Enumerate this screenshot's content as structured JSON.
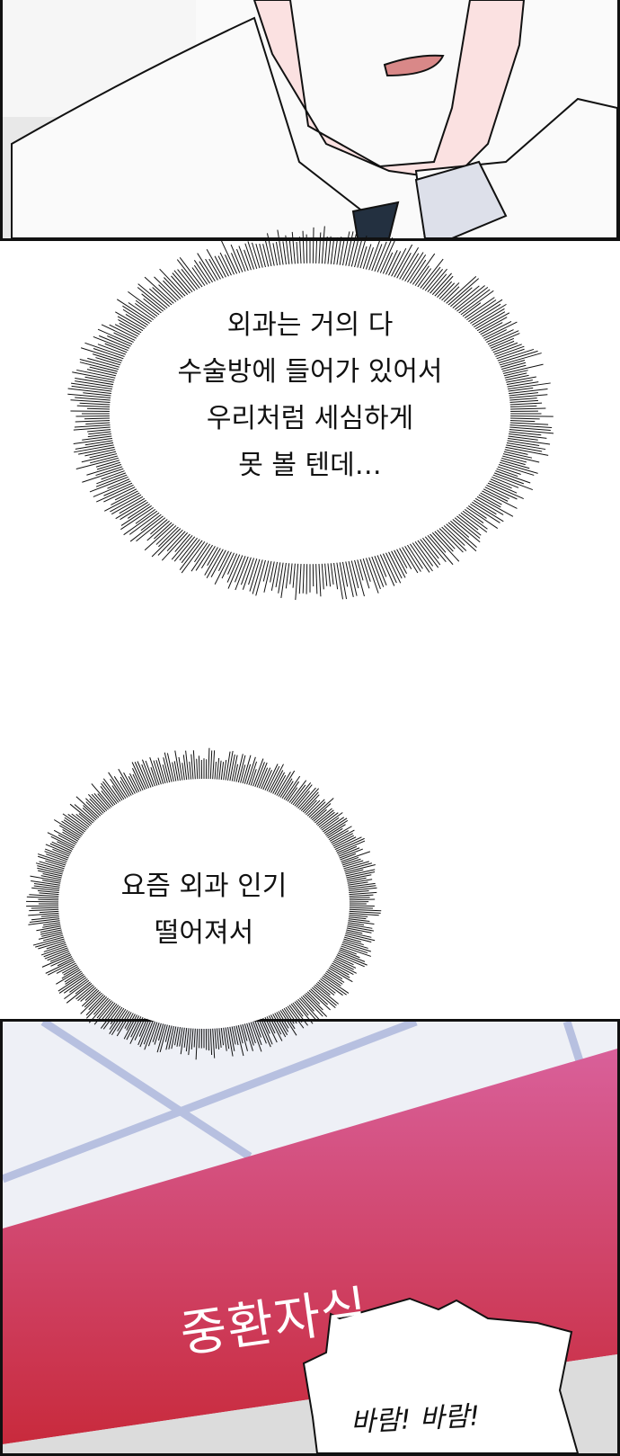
{
  "panels": {
    "top": {
      "image": "doctor-in-white-coat-with-tie"
    },
    "bottom": {
      "sign_text": "중환자실",
      "shout_text": "바람! 바람!"
    }
  },
  "bubbles": [
    {
      "lines": [
        "외과는 거의 다",
        "수술방에 들어가 있어서",
        "우리처럼 세심하게",
        "못 볼 텐데…"
      ]
    },
    {
      "lines": [
        "요즘 외과 인기",
        "떨어져서"
      ]
    }
  ],
  "colors": {
    "sign_top": "#d9609a",
    "sign_bottom": "#c82a3c",
    "ceiling_line": "#b7c0e0",
    "tie": "#233040",
    "skin": "#fbe1e1"
  }
}
